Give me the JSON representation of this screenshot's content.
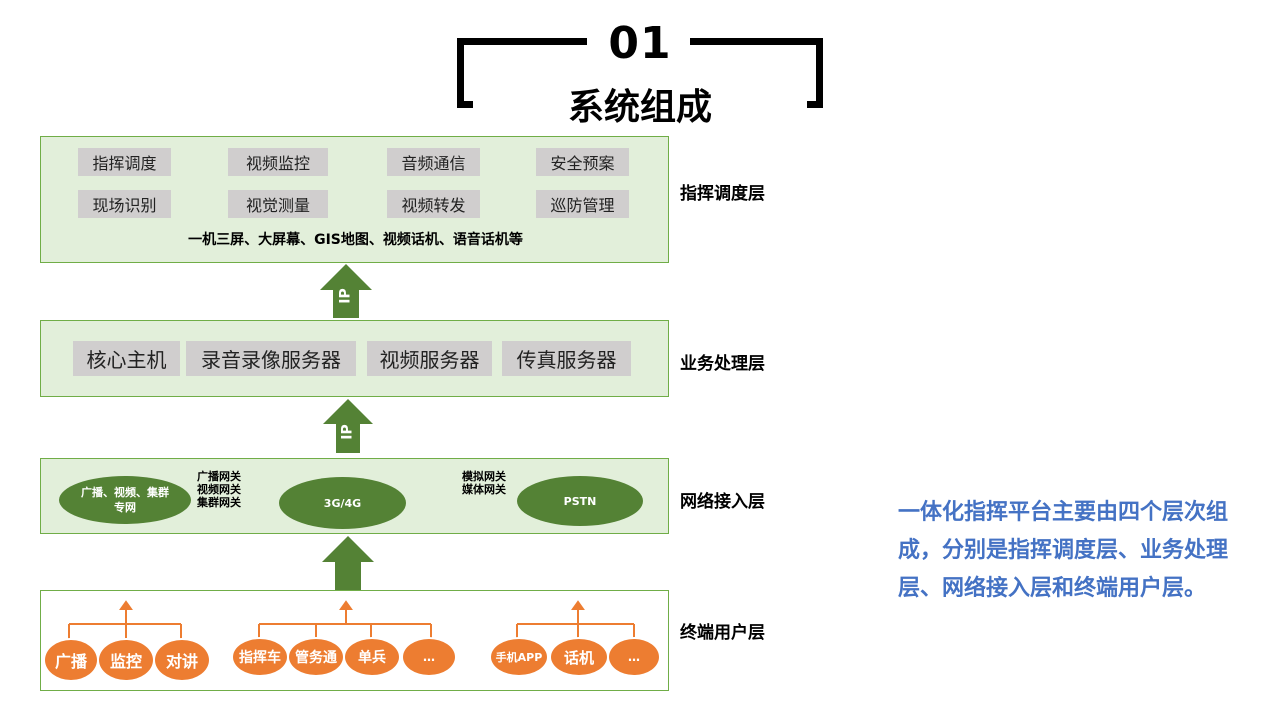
{
  "header": {
    "number": "01",
    "title": "系统组成"
  },
  "layers": {
    "command": {
      "label": "指挥调度层",
      "items": [
        "指挥调度",
        "视频监控",
        "音频通信",
        "安全预案",
        "现场识别",
        "视觉测量",
        "视频转发",
        "巡防管理"
      ],
      "note": "一机三屏、大屏幕、GIS地图、视频话机、语音话机等"
    },
    "business": {
      "label": "业务处理层",
      "items": [
        "核心主机",
        "录音录像服务器",
        "视频服务器",
        "传真服务器"
      ]
    },
    "network": {
      "label": "网络接入层",
      "ellipses": [
        "广播、视频、集群专网",
        "3G/4G",
        "PSTN"
      ],
      "gateways_left": [
        "广播网关",
        "视频网关",
        "集群网关"
      ],
      "gateways_right": [
        "模拟网关",
        "媒体网关"
      ]
    },
    "terminal": {
      "label": "终端用户层",
      "group1": [
        "广播",
        "监控",
        "对讲"
      ],
      "group2": [
        "指挥车",
        "管务通",
        "单兵",
        "…"
      ],
      "group3": [
        "手机APP",
        "话机",
        "…"
      ]
    }
  },
  "arrows": {
    "ip_label": "IP"
  },
  "summary": "一体化指挥平台主要由四个层次组成，分别是指挥调度层、业务处理层、网络接入层和终端用户层。",
  "colors": {
    "layer_fill": "#e2efda",
    "layer_border": "#70ad47",
    "dark_green": "#548235",
    "orange": "#ed7d31",
    "gray": "#d0cece",
    "summary_blue": "#4472c4"
  }
}
